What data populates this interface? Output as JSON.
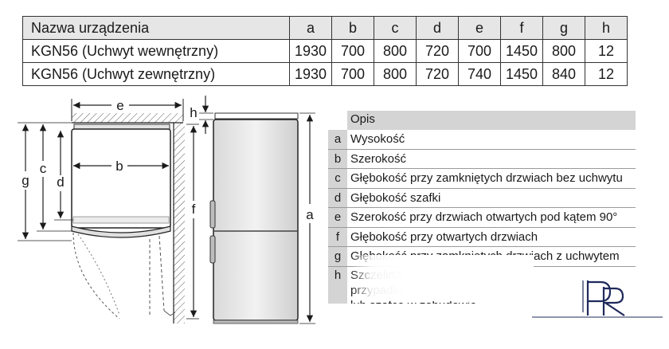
{
  "table": {
    "header": {
      "name": "Nazwa urządzenia",
      "cols": [
        "a",
        "b",
        "c",
        "d",
        "e",
        "f",
        "g",
        "h"
      ]
    },
    "rows": [
      {
        "name": "KGN56 (Uchwyt wewnętrzny)",
        "values": [
          "1930",
          "700",
          "800",
          "720",
          "700",
          "1450",
          "800",
          "12"
        ]
      },
      {
        "name": "KGN56 (Uchwyt zewnętrzny)",
        "values": [
          "1930",
          "700",
          "800",
          "720",
          "740",
          "1450",
          "840",
          "12"
        ]
      }
    ]
  },
  "drawing": {
    "labels": {
      "e": "e",
      "b": "b",
      "c": "c",
      "d": "d",
      "g": "g",
      "h": "h",
      "f": "f",
      "a": "a"
    }
  },
  "legend": {
    "title": "Opis",
    "items": [
      {
        "letter": "a",
        "text": "Wysokość"
      },
      {
        "letter": "b",
        "text": "Szerokość"
      },
      {
        "letter": "c",
        "text": "Głębokość przy zamkniętych drzwiach bez uchwytu"
      },
      {
        "letter": "d",
        "text": "Głębokość szafki"
      },
      {
        "letter": "e",
        "text": "Szerokość przy drzwiach otwartych pod kątem 90°"
      },
      {
        "letter": "f",
        "text": "Głębokość przy otwartych drzwiach"
      },
      {
        "letter": "g",
        "text": "Głębokość przy zamkniętych drzwiach z uchwytem"
      },
      {
        "letter": "h",
        "text": "Szczelina powietrzna w przypadku montażu we wnęce lub szafce w zabudowie"
      }
    ]
  },
  "colors": {
    "header_bg": "#e6e6e6",
    "legend_bg": "#d4d4d4",
    "logo": "#1f2a5c"
  },
  "logo": {
    "icon": "pr-monogram-logo",
    "text": "PR"
  }
}
